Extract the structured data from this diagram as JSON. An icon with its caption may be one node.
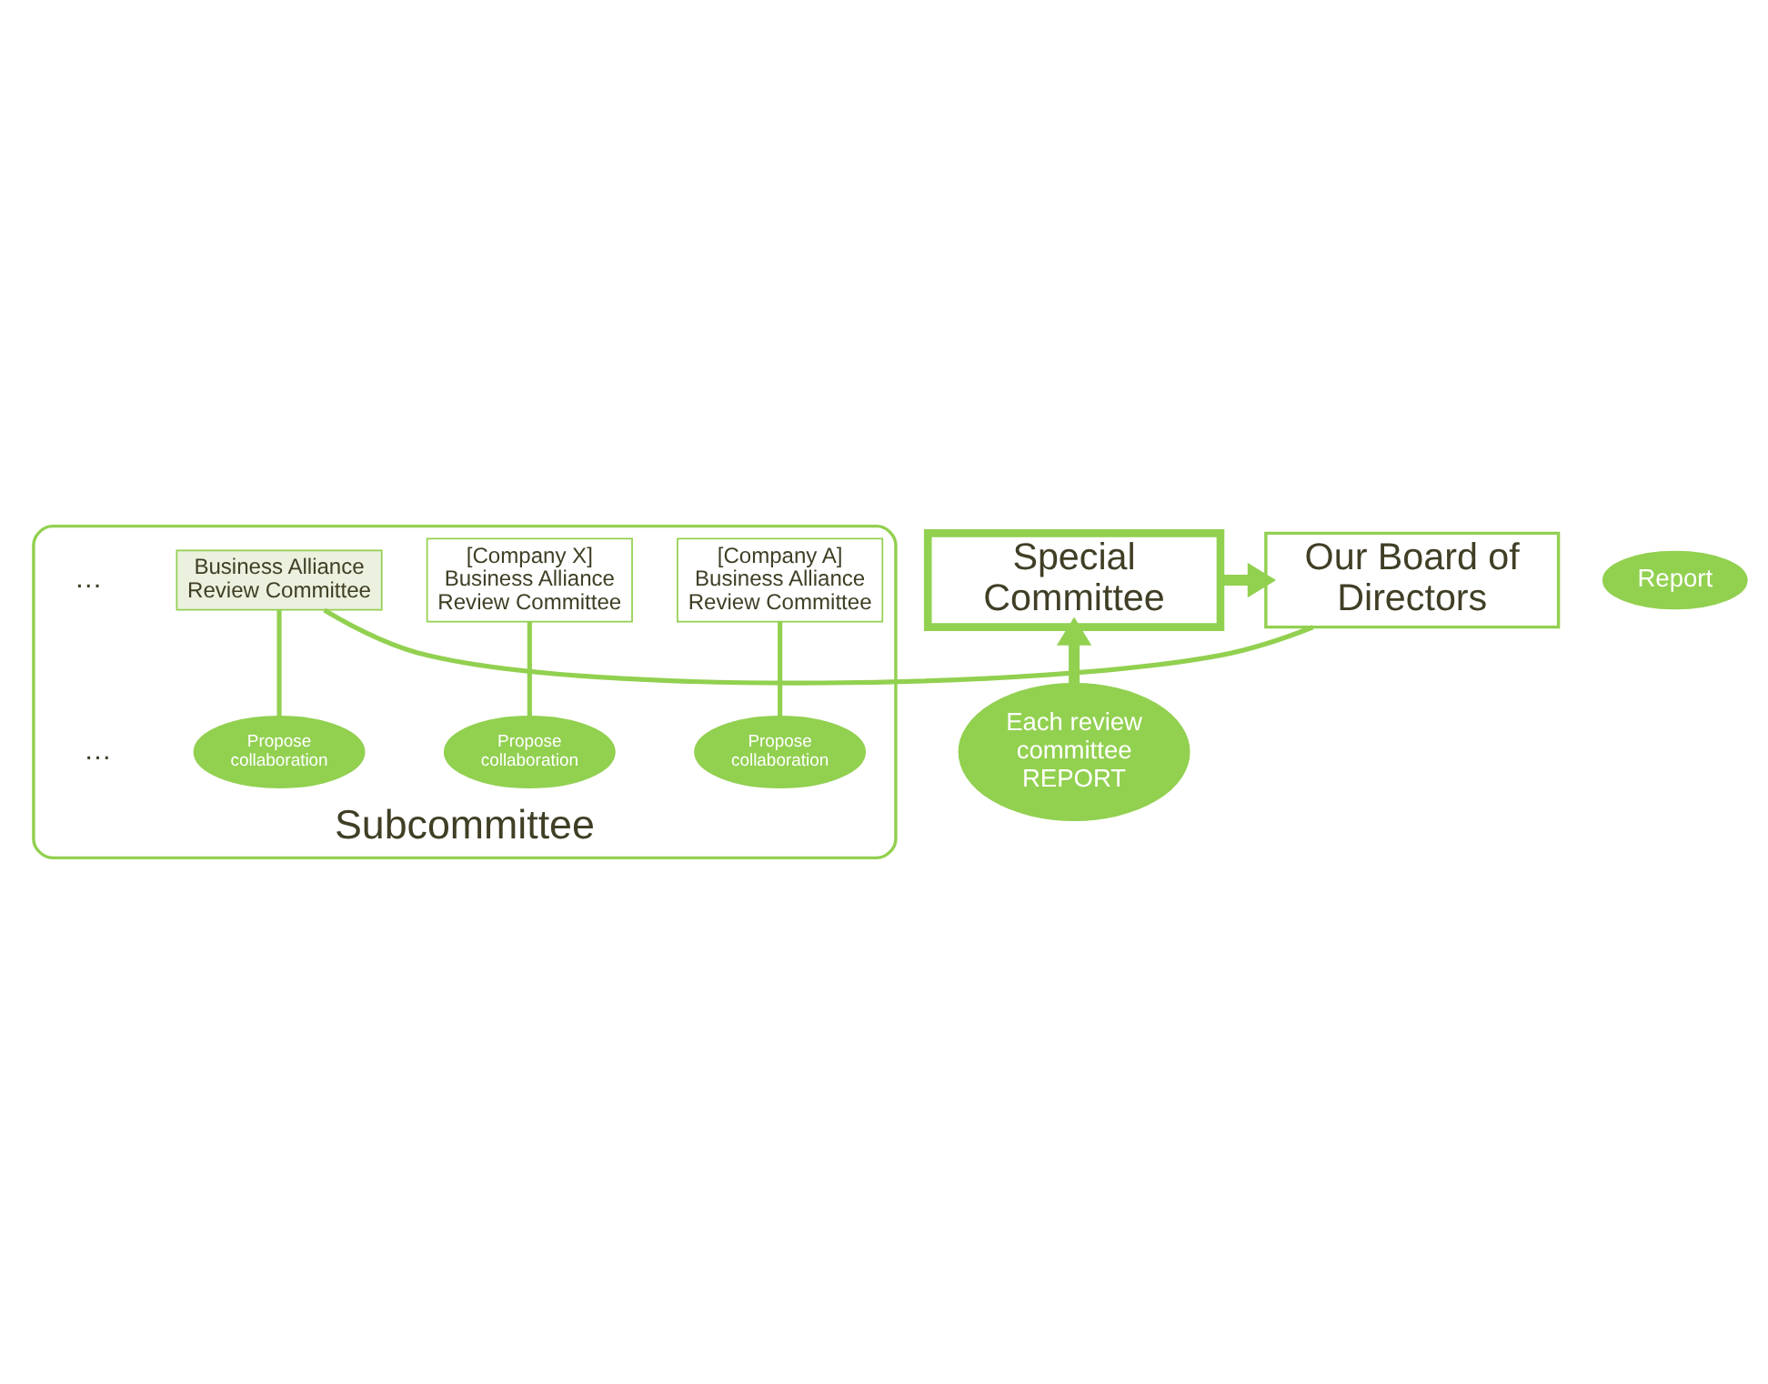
{
  "diagram": {
    "nodes": [
      {
        "text": [
          "Special Committee"
        ]
      },
      {
        "text": [
          "Report"
        ]
      },
      {
        "text": [
          "Our Board of Directors"
        ]
      },
      {
        "text": [
          "Each review committee REPORT"
        ]
      },
      {
        "text": [
          "Subcommittee"
        ]
      },
      {
        "text": [
          "[Company A] Business Alliance Review Committee"
        ],
        "in": 4
      },
      {
        "text": [
          "[Company X] Business Alliance Review Committee"
        ],
        "in": 4
      },
      {
        "text": [
          "Business Alliance Review Committee"
        ],
        "in": 4
      },
      {
        "text": [
          "Propose collaboration"
        ],
        "in": 4
      },
      {
        "text": [
          "Propose collaboration"
        ],
        "in": 4
      },
      {
        "text": [
          "Propose collaboration"
        ],
        "in": 4
      }
    ],
    "edges": [
      {
        "from": 0,
        "to": 2,
        "arrow": "to",
        "style": "thick"
      },
      {
        "from": 3,
        "to": 0,
        "arrow": "to",
        "style": "thick"
      },
      {
        "from": 8,
        "to": 5,
        "arrow": "none"
      },
      {
        "from": 9,
        "to": 6,
        "arrow": "none"
      },
      {
        "from": 10,
        "to": 7,
        "arrow": "none"
      },
      {
        "from": 7,
        "to": 2,
        "arrow": "none"
      }
    ],
    "labels": [
      "…",
      "…"
    ]
  }
}
